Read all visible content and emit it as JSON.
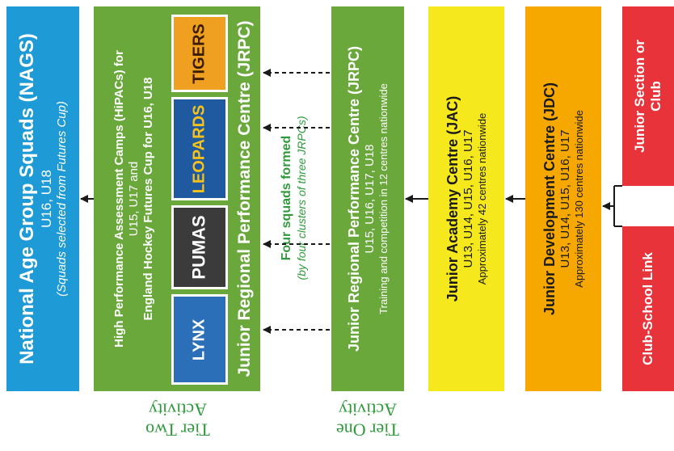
{
  "colors": {
    "nags": "#1e9ad6",
    "green": "#6aa83c",
    "yellow": "#f5e81c",
    "orange": "#f7a800",
    "red": "#e8333a",
    "tier_text": "#2e9a3a",
    "arrow": "#1a1a1a"
  },
  "nags": {
    "title": "National Age Group Squads (NAGS)",
    "ages": "U16, U18",
    "note": "(Squads selected from Futures Cup)"
  },
  "hipac": {
    "line1": "High Performance Assessment Camps (HiPACs) for",
    "line2": "U15, U17 and",
    "line3": "England Hockey Futures Cup for U16, U18",
    "title": "Junior Regional Performance Centre (JRPC)"
  },
  "logos": [
    {
      "name": "LYNX",
      "icon": "lynx-logo-icon"
    },
    {
      "name": "PUMAS",
      "icon": "pumas-logo-icon"
    },
    {
      "name": "LEOPARDS",
      "icon": "leopards-logo-icon"
    },
    {
      "name": "TIGERS",
      "icon": "tigers-logo-icon"
    }
  ],
  "squads": {
    "line1": "Four squads formed",
    "line2": "(by four clusters of three JRPCs)"
  },
  "jrpc": {
    "title": "Junior Regional Performance Centre (JRPC)",
    "ages": "U15, U16, U17, U18",
    "note": "Training and competition in 12 centres nationwide"
  },
  "jac": {
    "title": "Junior Academy Centre (JAC)",
    "ages": "U13, U14, U15, U16, U17",
    "note": "Approximately 42 centres nationwide"
  },
  "jdc": {
    "title": "Junior Development Centre (JDC)",
    "ages": "U13, U14, U15, U16, U17",
    "note": "Approximately 130 centres nationwide"
  },
  "junior_section": {
    "line1": "Junior Section or",
    "line2": "Club"
  },
  "club_school": {
    "label": "Club-School Link"
  },
  "tiers": {
    "two_line1": "Tier Two",
    "two_line2": "Activity",
    "one_line1": "Tier One",
    "one_line2": "Activity"
  }
}
